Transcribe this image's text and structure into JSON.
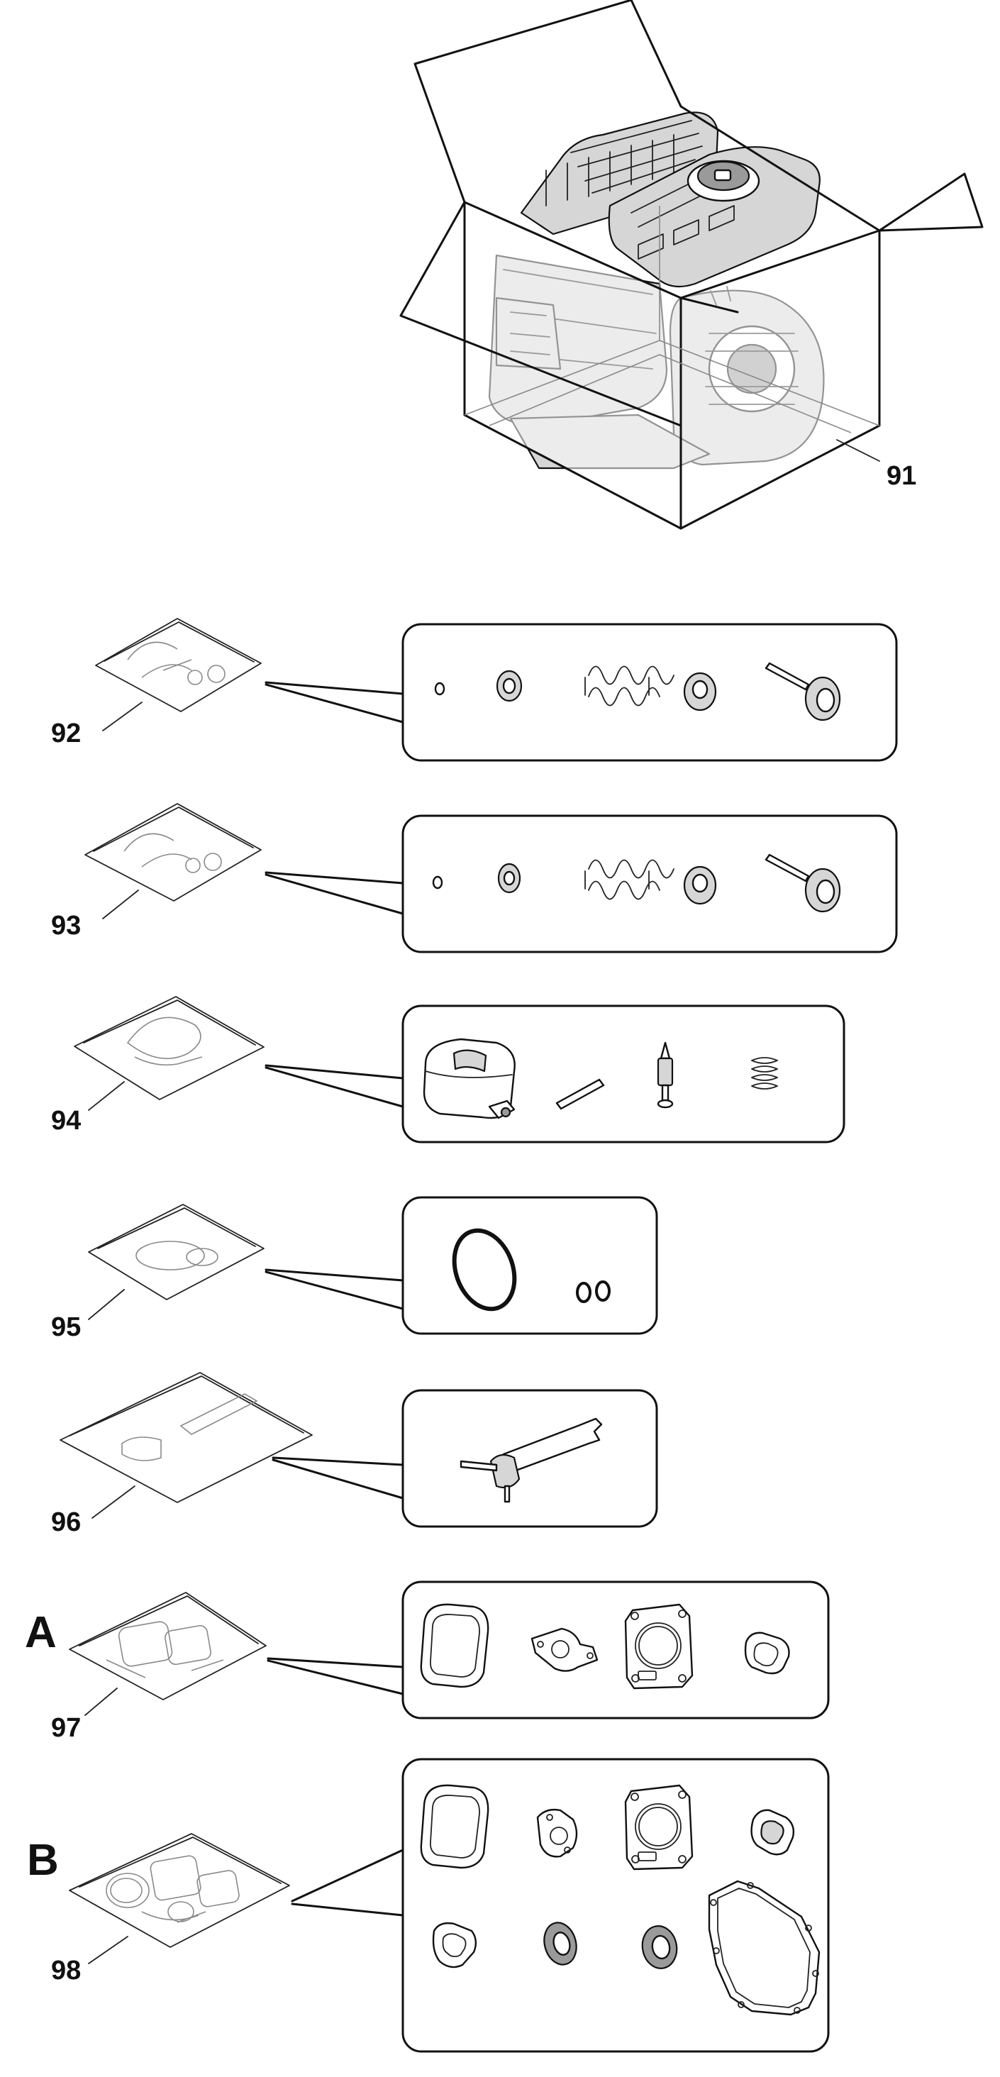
{
  "callouts": {
    "engine_box": "91",
    "kit_92": "92",
    "kit_93": "93",
    "kit_94": "94",
    "kit_95": "95",
    "kit_96": "96",
    "kit_97": "97",
    "kit_98": "98"
  },
  "group_letters": {
    "a": "A",
    "b": "B"
  },
  "colors": {
    "line": "#111111",
    "box_fill": "#ffffff",
    "part_grey": "#d6d6d6"
  }
}
